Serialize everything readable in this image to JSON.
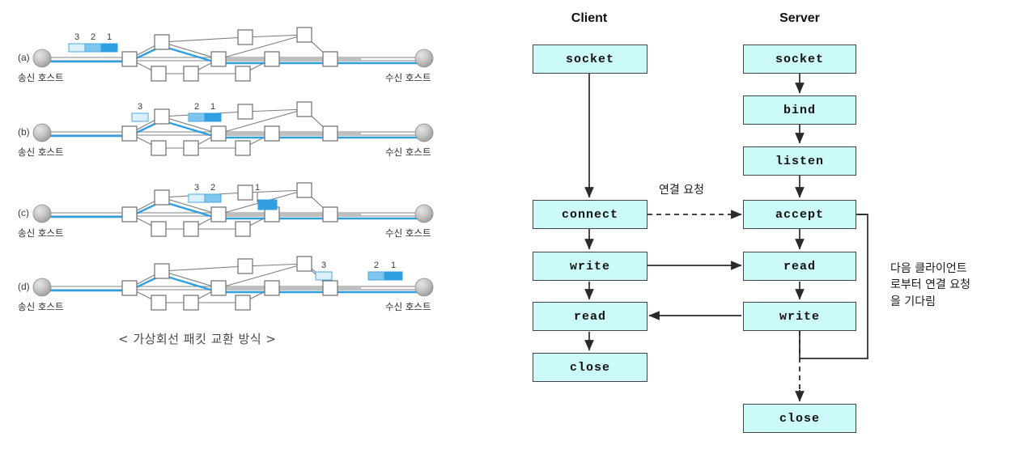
{
  "left_figure": {
    "caption": "< 가상회선 패킷 교환 방식 >",
    "host_labels": {
      "source": "송신 호스트",
      "destination": "수신 호스트"
    },
    "packet_colors": {
      "p1": "#2f9fe2",
      "p2": "#7fc6ee",
      "p3": "#dcf0fb",
      "outline": "#4aa8dd"
    },
    "link_color": "#8f8f8f",
    "path_color": "#2f9fe2",
    "node_fill": "#ffffff",
    "node_stroke": "#6d6d6d",
    "host_fill": "#b7b7b7",
    "panels": [
      {
        "letter": "(a)",
        "packets": [
          {
            "label": "3",
            "color": "p3"
          },
          {
            "label": "2",
            "color": "p2"
          },
          {
            "label": "1",
            "color": "p1"
          }
        ]
      },
      {
        "letter": "(b)",
        "packets": [
          {
            "label": "3",
            "color": "p3"
          },
          {
            "label": "2",
            "color": "p2"
          },
          {
            "label": "1",
            "color": "p1"
          }
        ]
      },
      {
        "letter": "(c)",
        "packets": [
          {
            "label": "3",
            "color": "p3"
          },
          {
            "label": "2",
            "color": "p2"
          },
          {
            "label": "1",
            "color": "p1"
          }
        ]
      },
      {
        "letter": "(d)",
        "packets": [
          {
            "label": "3",
            "color": "p3"
          },
          {
            "label": "2",
            "color": "p2"
          },
          {
            "label": "1",
            "color": "p1"
          }
        ]
      }
    ]
  },
  "right_figure": {
    "columns": {
      "client_title": "Client",
      "server_title": "Server"
    },
    "box_fill": "#ccfaf9",
    "box_stroke": "#444444",
    "client_steps": [
      {
        "label": "socket"
      },
      {
        "label": "connect"
      },
      {
        "label": "write"
      },
      {
        "label": "read"
      },
      {
        "label": "close"
      }
    ],
    "server_steps": [
      {
        "label": "socket"
      },
      {
        "label": "bind"
      },
      {
        "label": "listen"
      },
      {
        "label": "accept"
      },
      {
        "label": "read"
      },
      {
        "label": "write"
      },
      {
        "label": "close"
      }
    ],
    "connect_request_label": "연결 요청",
    "loop_note_lines": [
      "다음 클라이언트",
      "로부터 연결 요청",
      "을 기다림"
    ]
  }
}
